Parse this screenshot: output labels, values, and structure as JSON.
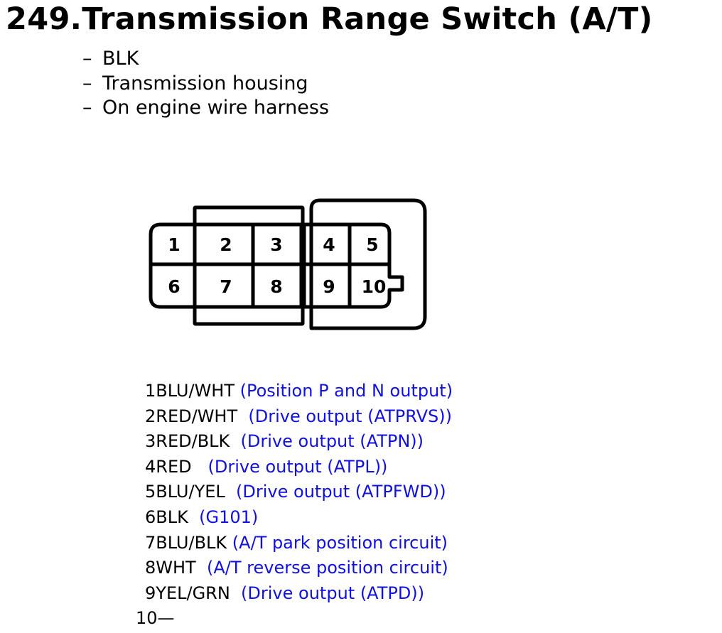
{
  "title": "249.Transmission Range Switch (A/T)",
  "info": [
    {
      "dash": "–",
      "text": "BLK"
    },
    {
      "dash": "–",
      "text": "Transmission housing"
    },
    {
      "dash": "–",
      "text": "On engine wire harness"
    }
  ],
  "connector": {
    "pin_labels": [
      "1",
      "2",
      "3",
      "4",
      "5",
      "6",
      "7",
      "8",
      "9",
      "10"
    ]
  },
  "pins": [
    {
      "num": "1",
      "wire": "BLU/WHT ",
      "desc": "(Position P and N output)"
    },
    {
      "num": "2",
      "wire": "RED/WHT  ",
      "desc": "(Drive output (ATPRVS))"
    },
    {
      "num": "3",
      "wire": "RED/BLK  ",
      "desc": "(Drive output (ATPN))"
    },
    {
      "num": "4",
      "wire": "RED   ",
      "desc": "(Drive output (ATPL))"
    },
    {
      "num": "5",
      "wire": "BLU/YEL  ",
      "desc": "(Drive output (ATPFWD))"
    },
    {
      "num": "6",
      "wire": "BLK  ",
      "desc": "(G101)"
    },
    {
      "num": "7",
      "wire": "BLU/BLK ",
      "desc": "(A/T park position circuit)"
    },
    {
      "num": "8",
      "wire": "WHT  ",
      "desc": "(A/T reverse position circuit)"
    },
    {
      "num": "9",
      "wire": "YEL/GRN  ",
      "desc": "(Drive output (ATPD))"
    },
    {
      "num": "10",
      "wire": "—",
      "desc": ""
    }
  ]
}
